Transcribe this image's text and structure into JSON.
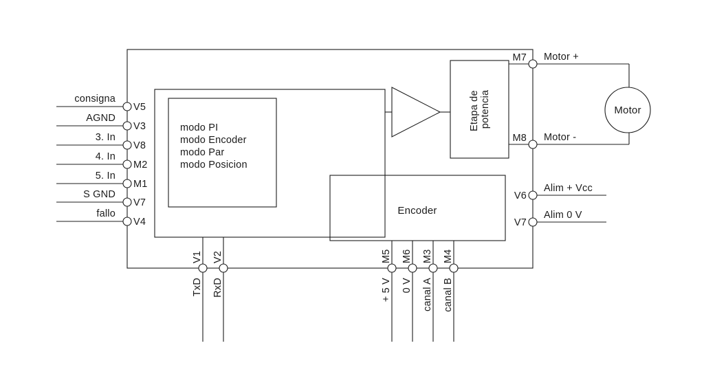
{
  "diagram": {
    "left_pins": [
      {
        "signal": "consigna",
        "pin": "V5"
      },
      {
        "signal": "AGND",
        "pin": "V3"
      },
      {
        "signal": "3. In",
        "pin": "V8"
      },
      {
        "signal": "4. In",
        "pin": "M2"
      },
      {
        "signal": "5. In",
        "pin": "M1"
      },
      {
        "signal": "S GND",
        "pin": "V7"
      },
      {
        "signal": "fallo",
        "pin": "V4"
      }
    ],
    "controller_modes": [
      "modo PI",
      "modo Encoder",
      "modo Par",
      "modo Posicion"
    ],
    "power_stage": {
      "label": "Etapa de potencia",
      "lines": [
        "Etapa de",
        "potencia"
      ]
    },
    "encoder": {
      "label": "Encoder"
    },
    "motor": {
      "label": "Motor"
    },
    "right_pins": [
      {
        "pin": "M7",
        "signal": "Motor +"
      },
      {
        "pin": "M8",
        "signal": "Motor -"
      },
      {
        "pin": "V6",
        "signal": "Alim + Vcc"
      },
      {
        "pin": "V7",
        "signal": "Alim 0 V"
      }
    ],
    "bottom_pins": [
      {
        "pin": "V1",
        "signal": "TxD"
      },
      {
        "pin": "V2",
        "signal": "RxD"
      },
      {
        "pin": "M5",
        "signal": "+ 5 V"
      },
      {
        "pin": "M6",
        "signal": "0 V"
      },
      {
        "pin": "M3",
        "signal": "canal A"
      },
      {
        "pin": "M4",
        "signal": "canal B"
      }
    ],
    "colors": {
      "stroke": "#1b1b1b",
      "background": "#ffffff"
    }
  }
}
